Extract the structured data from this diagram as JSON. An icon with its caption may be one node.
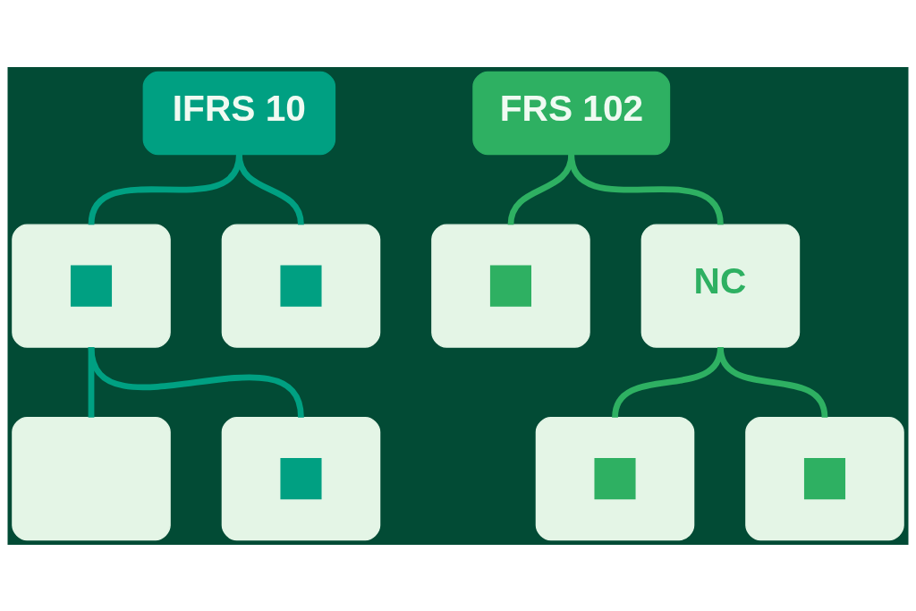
{
  "diagram": {
    "nodes": [
      {
        "text": [
          "IFRS 10"
        ]
      },
      {
        "text": [
          "FRS 102"
        ]
      },
      {
        "text": [],
        "shape": "picture"
      },
      {
        "text": [],
        "shape": "picture"
      },
      {
        "text": [],
        "shape": "picture"
      },
      {
        "text": [
          "NC"
        ]
      },
      {
        "text": [],
        "shape": "box"
      },
      {
        "text": [],
        "shape": "picture"
      },
      {
        "text": [],
        "shape": "picture"
      },
      {
        "text": [],
        "shape": "picture"
      }
    ],
    "edges": [
      {
        "from": 0,
        "to": 2,
        "arrow": "none"
      },
      {
        "from": 0,
        "to": 3,
        "arrow": "none"
      },
      {
        "from": 2,
        "to": 6,
        "arrow": "none"
      },
      {
        "from": 2,
        "to": 7,
        "arrow": "none"
      },
      {
        "from": 1,
        "to": 4,
        "arrow": "none",
        "color": "#2eb062"
      },
      {
        "from": 1,
        "to": 5,
        "arrow": "none",
        "color": "#2eb062"
      },
      {
        "from": 5,
        "to": 8,
        "arrow": "none",
        "color": "#2eb062"
      },
      {
        "from": 5,
        "to": 9,
        "arrow": "none",
        "color": "#2eb062"
      }
    ]
  }
}
